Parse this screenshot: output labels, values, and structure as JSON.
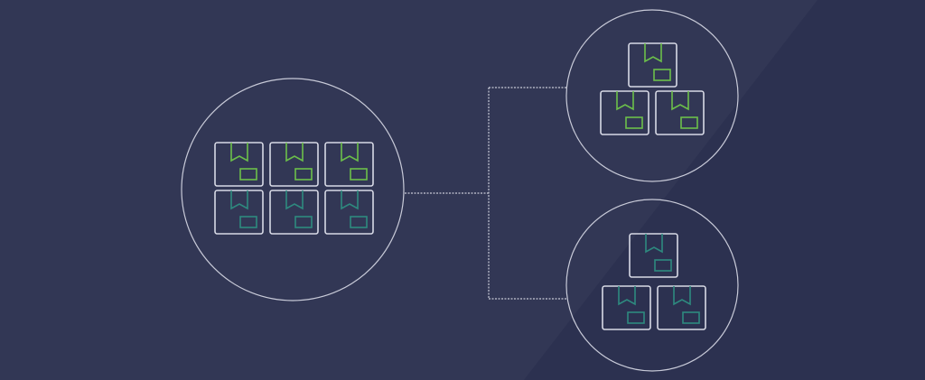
{
  "colors": {
    "background": "#323755",
    "background_dark": "#2c3150",
    "outline": "#d8dae6",
    "green": "#6cc04a",
    "teal": "#2e8a7f"
  },
  "groups": [
    {
      "name": "source",
      "boxes": [
        "green",
        "green",
        "green",
        "teal",
        "teal",
        "teal"
      ]
    },
    {
      "name": "target-top",
      "boxes": [
        "green",
        "green",
        "green"
      ]
    },
    {
      "name": "target-bottom",
      "boxes": [
        "teal",
        "teal",
        "teal"
      ]
    }
  ]
}
